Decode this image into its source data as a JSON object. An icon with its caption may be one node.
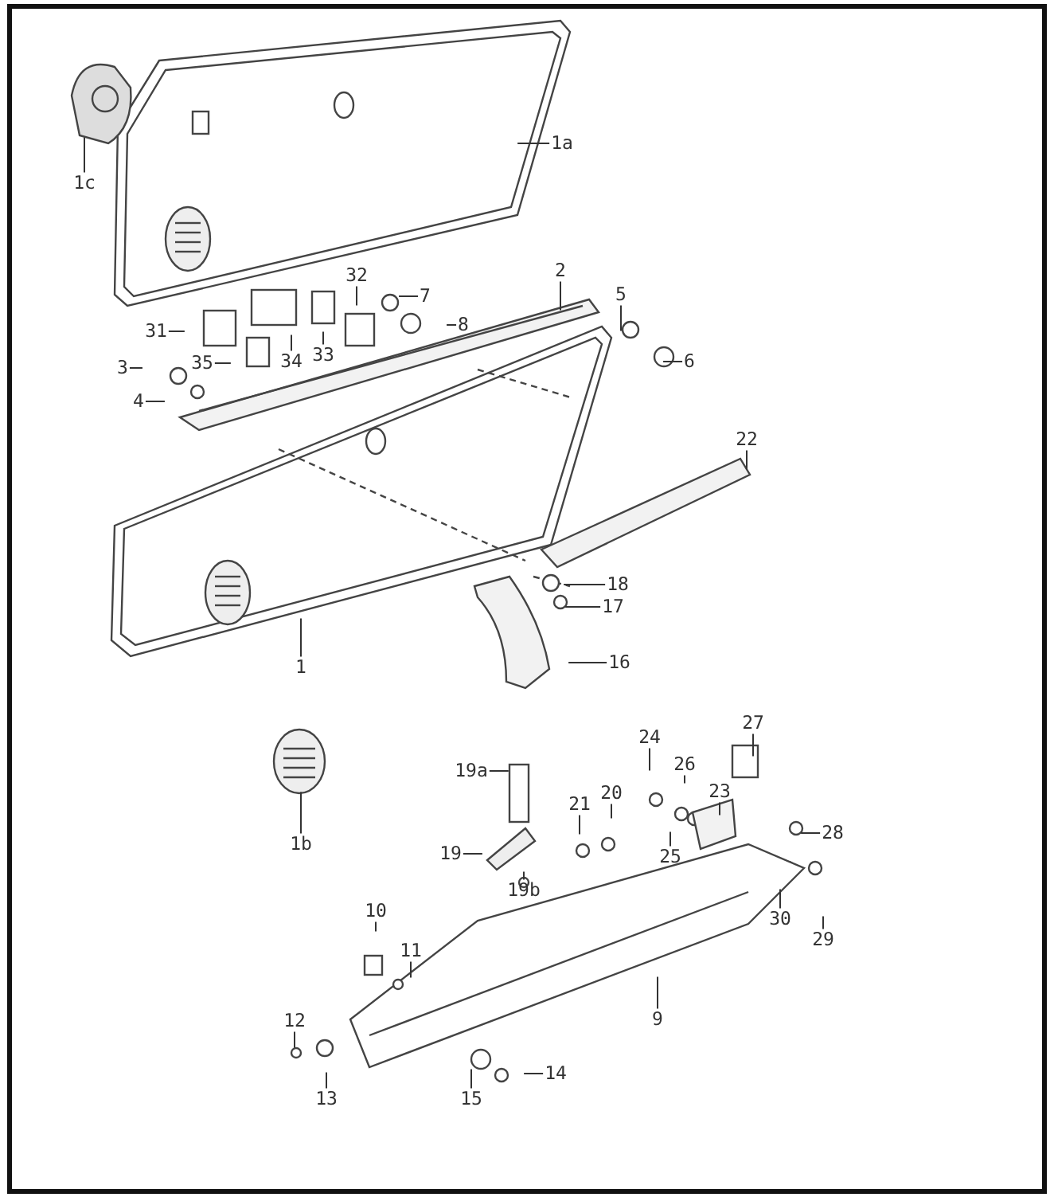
{
  "diagram": {
    "nodes": [
      {
        "text": [
          "1a"
        ]
      },
      {
        "text": [
          "1c"
        ]
      },
      {
        "text": [
          "2"
        ]
      },
      {
        "text": [
          "5"
        ]
      },
      {
        "text": [
          "6"
        ]
      },
      {
        "text": [
          "7"
        ]
      },
      {
        "text": [
          "8"
        ]
      },
      {
        "text": [
          "32"
        ]
      },
      {
        "text": [
          "31"
        ]
      },
      {
        "text": [
          "35"
        ]
      },
      {
        "text": [
          "34"
        ]
      },
      {
        "text": [
          "33"
        ]
      },
      {
        "text": [
          "3"
        ]
      },
      {
        "text": [
          "4"
        ]
      },
      {
        "text": [
          "22"
        ]
      },
      {
        "text": [
          "18"
        ]
      },
      {
        "text": [
          "17"
        ]
      },
      {
        "text": [
          "16"
        ]
      },
      {
        "text": [
          "1"
        ]
      },
      {
        "text": [
          "1b"
        ]
      },
      {
        "text": [
          "19a"
        ]
      },
      {
        "text": [
          "24"
        ]
      },
      {
        "text": [
          "26"
        ]
      },
      {
        "text": [
          "27"
        ]
      },
      {
        "text": [
          "23"
        ]
      },
      {
        "text": [
          "20"
        ]
      },
      {
        "text": [
          "21"
        ]
      },
      {
        "text": [
          "28"
        ]
      },
      {
        "text": [
          "19"
        ]
      },
      {
        "text": [
          "19b"
        ]
      },
      {
        "text": [
          "25"
        ]
      },
      {
        "text": [
          "30"
        ]
      },
      {
        "text": [
          "29"
        ]
      },
      {
        "text": [
          "10"
        ]
      },
      {
        "text": [
          "11"
        ]
      },
      {
        "text": [
          "9"
        ]
      },
      {
        "text": [
          "12"
        ]
      },
      {
        "text": [
          "13"
        ]
      },
      {
        "text": [
          "15"
        ]
      },
      {
        "text": [
          "14"
        ]
      }
    ],
    "edges": [
      {
        "from": 0,
        "to": null,
        "arrow": "none"
      },
      {
        "from": 1,
        "to": null,
        "arrow": "none"
      },
      {
        "from": 2,
        "to": null,
        "arrow": "none"
      },
      {
        "from": 3,
        "to": null,
        "arrow": "none"
      },
      {
        "from": 4,
        "to": null,
        "arrow": "none"
      },
      {
        "from": 5,
        "to": null,
        "arrow": "none"
      },
      {
        "from": 6,
        "to": null,
        "arrow": "none"
      },
      {
        "from": 7,
        "to": null,
        "arrow": "none"
      },
      {
        "from": 8,
        "to": null,
        "arrow": "none"
      },
      {
        "from": 9,
        "to": null,
        "arrow": "none"
      },
      {
        "from": 10,
        "to": null,
        "arrow": "none"
      },
      {
        "from": 11,
        "to": null,
        "arrow": "none"
      },
      {
        "from": 12,
        "to": null,
        "arrow": "none"
      },
      {
        "from": 13,
        "to": null,
        "arrow": "none"
      },
      {
        "from": 14,
        "to": null,
        "arrow": "none"
      },
      {
        "from": 15,
        "to": null,
        "arrow": "none"
      },
      {
        "from": 16,
        "to": null,
        "arrow": "none"
      },
      {
        "from": 17,
        "to": null,
        "arrow": "none"
      },
      {
        "from": 18,
        "to": null,
        "arrow": "none"
      },
      {
        "from": 19,
        "to": null,
        "arrow": "none"
      },
      {
        "from": 20,
        "to": null,
        "arrow": "none"
      },
      {
        "from": 21,
        "to": null,
        "arrow": "none"
      },
      {
        "from": 22,
        "to": null,
        "arrow": "none"
      },
      {
        "from": 23,
        "to": null,
        "arrow": "none"
      },
      {
        "from": 24,
        "to": null,
        "arrow": "none"
      },
      {
        "from": 25,
        "to": null,
        "arrow": "none"
      },
      {
        "from": 26,
        "to": null,
        "arrow": "none"
      },
      {
        "from": 27,
        "to": null,
        "arrow": "none"
      },
      {
        "from": 28,
        "to": null,
        "arrow": "none"
      },
      {
        "from": 29,
        "to": null,
        "arrow": "none"
      },
      {
        "from": 30,
        "to": null,
        "arrow": "none"
      },
      {
        "from": 31,
        "to": null,
        "arrow": "none"
      },
      {
        "from": 32,
        "to": null,
        "arrow": "none"
      },
      {
        "from": 33,
        "to": null,
        "arrow": "none"
      },
      {
        "from": 34,
        "to": null,
        "arrow": "none"
      },
      {
        "from": 35,
        "to": null,
        "arrow": "none"
      },
      {
        "from": 36,
        "to": null,
        "arrow": "none"
      },
      {
        "from": 37,
        "to": null,
        "arrow": "none"
      },
      {
        "from": 38,
        "to": null,
        "arrow": "none"
      },
      {
        "from": 39,
        "to": null,
        "arrow": "none"
      }
    ]
  }
}
